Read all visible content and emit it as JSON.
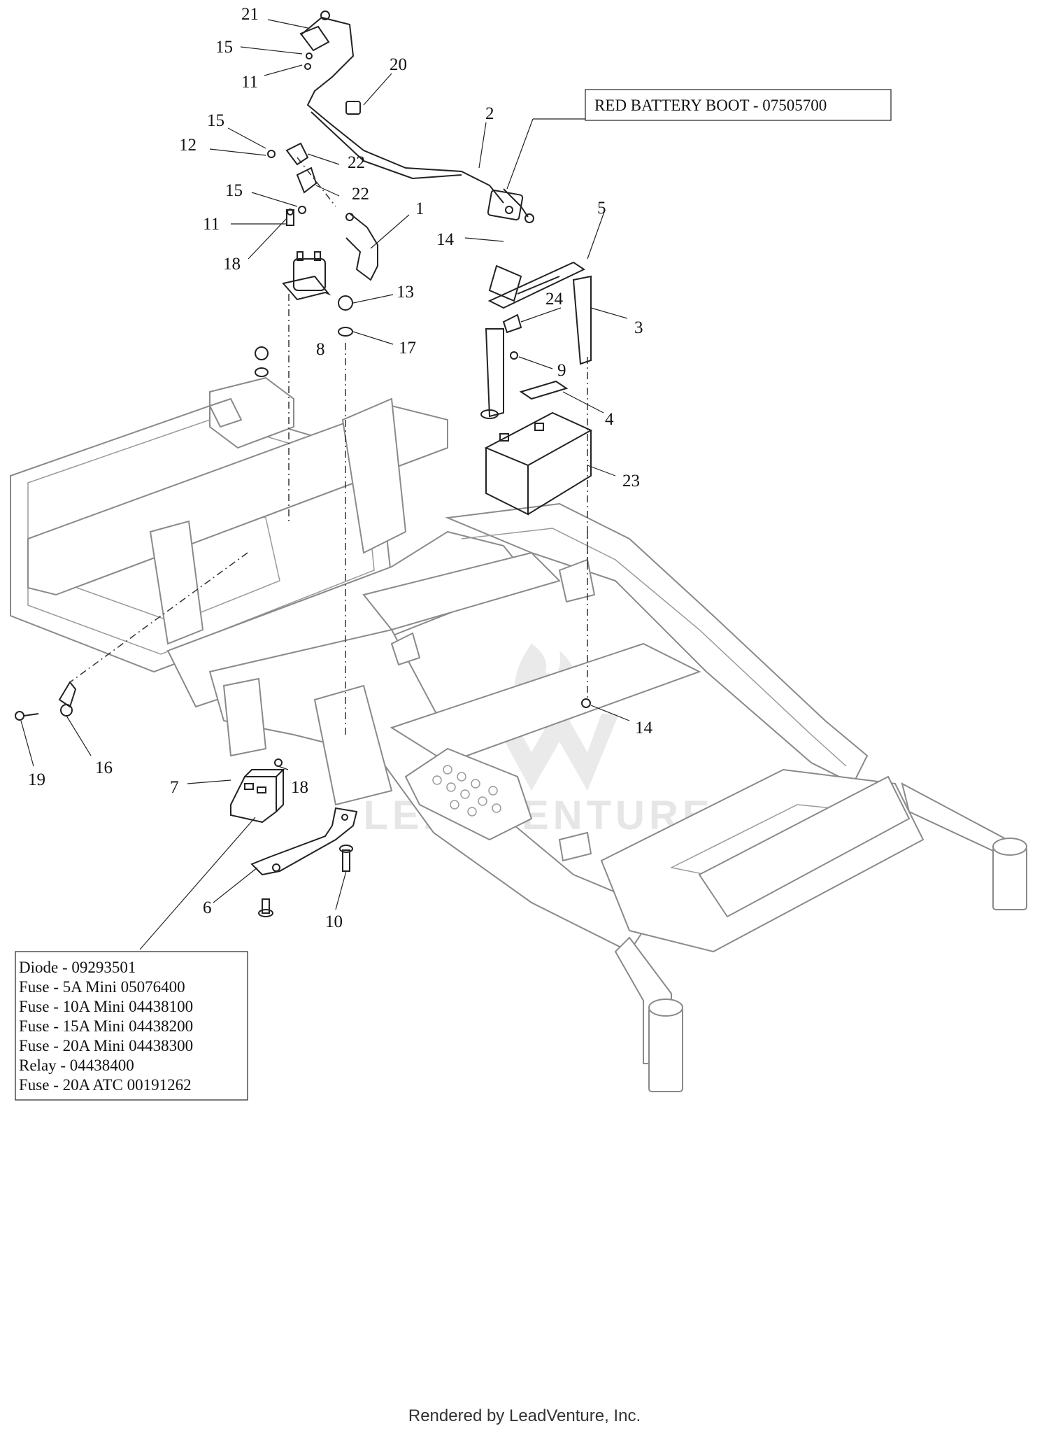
{
  "callouts": [
    {
      "id": "c21",
      "label": "21"
    },
    {
      "id": "c15a",
      "label": "15"
    },
    {
      "id": "c11a",
      "label": "11"
    },
    {
      "id": "c20",
      "label": "20"
    },
    {
      "id": "c2",
      "label": "2"
    },
    {
      "id": "c15b",
      "label": "15"
    },
    {
      "id": "c12",
      "label": "12"
    },
    {
      "id": "c22a",
      "label": "22"
    },
    {
      "id": "c15c",
      "label": "15"
    },
    {
      "id": "c22b",
      "label": "22"
    },
    {
      "id": "c1",
      "label": "1"
    },
    {
      "id": "c11b",
      "label": "11"
    },
    {
      "id": "c18a",
      "label": "18"
    },
    {
      "id": "c14a",
      "label": "14"
    },
    {
      "id": "c5",
      "label": "5"
    },
    {
      "id": "c13",
      "label": "13"
    },
    {
      "id": "c24",
      "label": "24"
    },
    {
      "id": "c3",
      "label": "3"
    },
    {
      "id": "c8",
      "label": "8"
    },
    {
      "id": "c17",
      "label": "17"
    },
    {
      "id": "c9",
      "label": "9"
    },
    {
      "id": "c4",
      "label": "4"
    },
    {
      "id": "c23",
      "label": "23"
    },
    {
      "id": "c14b",
      "label": "14"
    },
    {
      "id": "c16",
      "label": "16"
    },
    {
      "id": "c19",
      "label": "19"
    },
    {
      "id": "c7",
      "label": "7"
    },
    {
      "id": "c18b",
      "label": "18"
    },
    {
      "id": "c6",
      "label": "6"
    },
    {
      "id": "c10",
      "label": "10"
    }
  ],
  "battery_boot_label": "RED BATTERY BOOT - 07505700",
  "parts_list": [
    "Diode - 09293501",
    "Fuse - 5A Mini 05076400",
    "Fuse - 10A Mini 04438100",
    "Fuse - 15A Mini 04438200",
    "Fuse - 20A Mini 04438300",
    "Relay - 04438400",
    "Fuse - 20A ATC 00191262"
  ],
  "watermark": "LEADVENTURE",
  "footer": "Rendered by LeadVenture, Inc."
}
